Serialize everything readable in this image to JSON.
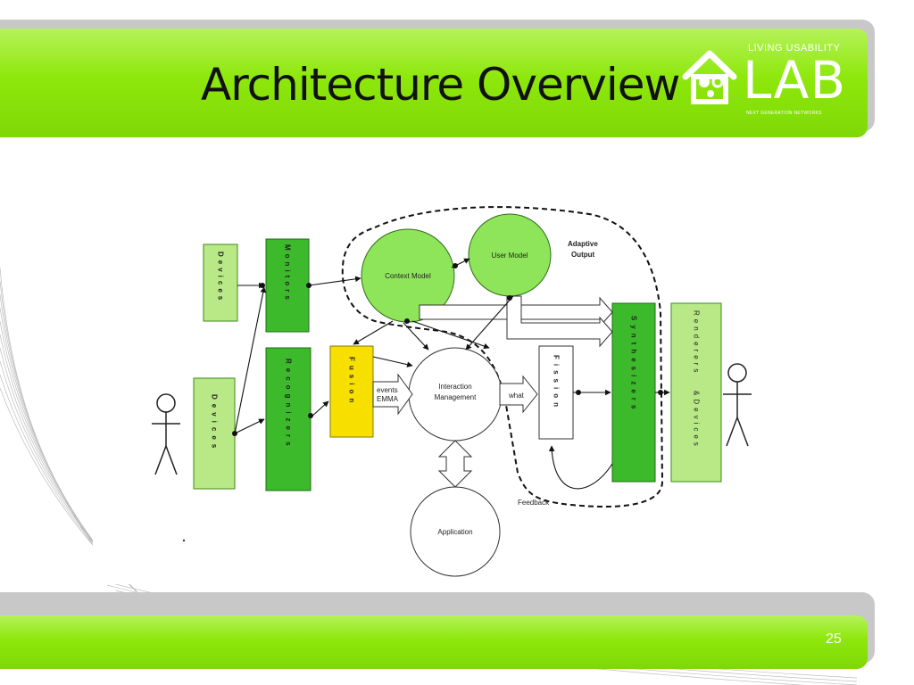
{
  "slide": {
    "title": "Architecture Overview",
    "number": "25"
  },
  "logo": {
    "top_text": "LIVING USABILITY",
    "main_text": "LAB",
    "subtitle": "NEXT GENERATION NETWORKS"
  },
  "colors": {
    "header_green": "#8ee80c",
    "box_light_green": "#b8e986",
    "box_dark_green": "#3cba2c",
    "fusion_yellow": "#f7e000"
  },
  "diagram": {
    "devices_top": "Devices",
    "devices_bottom": "Devices",
    "monitors": "Monitors",
    "recognizers": "Recognizers",
    "fusion": "Fusion",
    "fission": "Fission",
    "synthesizers": "Synthesizers",
    "renderers_line1": "Renderers",
    "renderers_line2": "&Devices",
    "context_model": "Context Model",
    "user_model": "User Model",
    "adaptive_output_line1": "Adaptive",
    "adaptive_output_line2": "Output",
    "interaction_line1": "Interaction",
    "interaction_line2": "Management",
    "application": "Application",
    "events_line1": "events",
    "events_line2": "EMMA",
    "what": "what",
    "feedback": "Feedback"
  }
}
